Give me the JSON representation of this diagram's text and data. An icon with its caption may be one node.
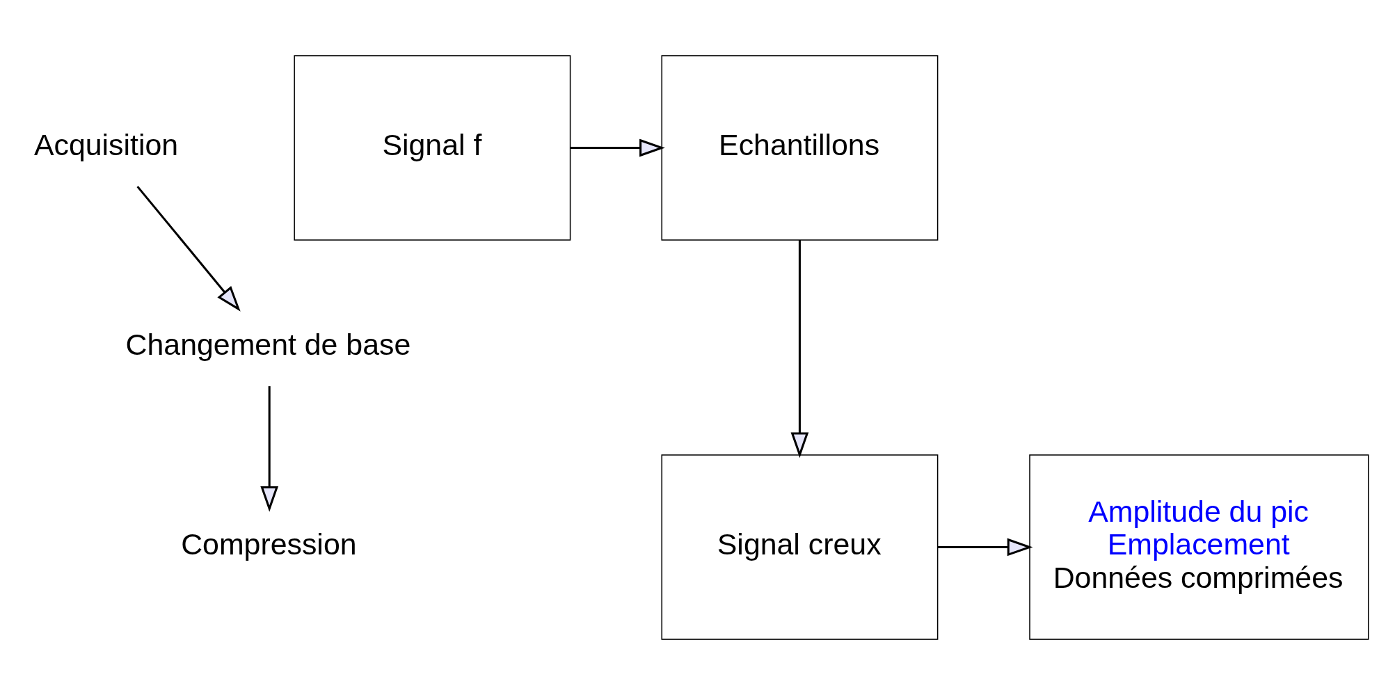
{
  "diagram": {
    "nodes": [
      {
        "text": [
          "Acquisition"
        ]
      },
      {
        "text": [
          "Changement de base"
        ]
      },
      {
        "text": [
          "Compression"
        ]
      },
      {
        "text": [
          "Signal f"
        ]
      },
      {
        "text": [
          "Echantillons"
        ]
      },
      {
        "text": [
          "Signal creux"
        ]
      },
      {
        "text": [
          "Amplitude du pic",
          "Emplacement",
          "Données comprimées"
        ]
      }
    ],
    "edges": [
      {
        "from": 0,
        "to": 1,
        "arrow": "to"
      },
      {
        "from": 1,
        "to": 2,
        "arrow": "to"
      },
      {
        "from": 3,
        "to": 4,
        "arrow": "to"
      },
      {
        "from": 4,
        "to": 5,
        "arrow": "to"
      },
      {
        "from": 5,
        "to": 6,
        "arrow": "to"
      }
    ]
  }
}
